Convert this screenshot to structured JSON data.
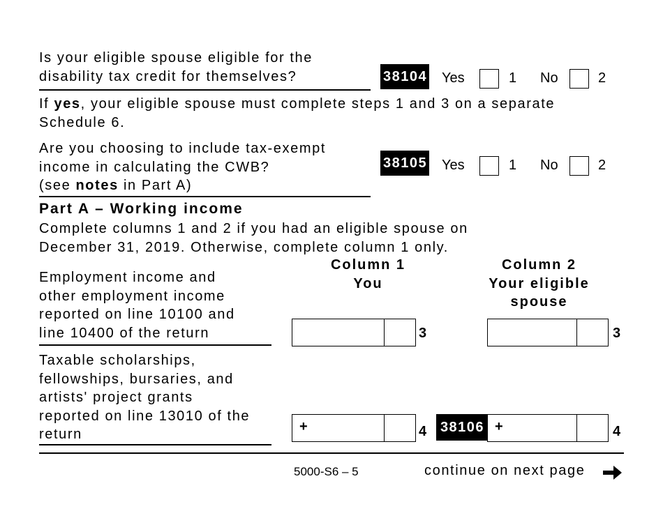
{
  "questions": [
    {
      "lines": [
        "Is your eligible spouse eligible for the",
        "disability tax credit for themselves?"
      ],
      "code": "38104",
      "yes_label": "Yes",
      "yes_value": "1",
      "no_label": "No",
      "no_value": "2"
    },
    {
      "lines": [
        "Are you choosing to include tax-exempt",
        "income in calculating the CWB?"
      ],
      "line3_pre": "(see ",
      "line3_bold": "notes",
      "line3_post": " in Part A)",
      "code": "38105",
      "yes_label": "Yes",
      "yes_value": "1",
      "no_label": "No",
      "no_value": "2"
    }
  ],
  "note": {
    "pre": "If ",
    "bold": "yes",
    "post": ", your eligible spouse must complete steps 1 and 3 on a separate",
    "line2": "Schedule 6."
  },
  "part_a": {
    "title": "Part A – Working income",
    "intro": [
      "Complete columns 1 and 2 if you had an eligible spouse on",
      "December 31, 2019. Otherwise, complete column 1 only."
    ],
    "columns": [
      {
        "lines": [
          "Column 1",
          "You"
        ]
      },
      {
        "lines": [
          "Column 2",
          "Your eligible",
          "spouse"
        ]
      }
    ],
    "rows": [
      {
        "lines": [
          "Employment income and",
          "other employment income",
          "reported on line 10100 and",
          "line 10400 of the return"
        ],
        "line_number": "3",
        "col1_sign": "",
        "col2_sign": "",
        "col2_code": ""
      },
      {
        "lines": [
          "Taxable scholarships,",
          "fellowships, bursaries, and",
          "artists' project grants",
          "reported on line 13010 of the",
          "return"
        ],
        "line_number": "4",
        "col1_sign": "+",
        "col2_sign": "+",
        "col2_code": "38106"
      }
    ]
  },
  "footer": {
    "form_id": "5000-S6 – 5",
    "continue_text": "continue on next page",
    "arrow_icon": "right-arrow"
  }
}
